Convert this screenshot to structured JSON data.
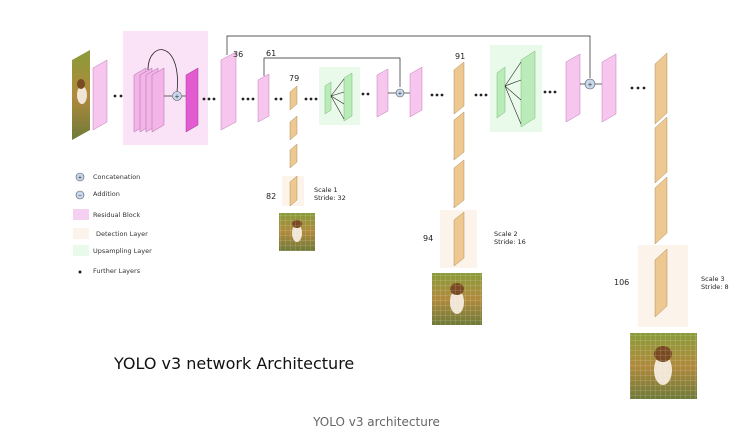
{
  "title": "YOLO v3 network Architecture",
  "caption": "YOLO v3 architecture",
  "layer_numbers": {
    "l36": "36",
    "l61": "61",
    "l79": "79",
    "l82": "82",
    "l91": "91",
    "l94": "94",
    "l106": "106"
  },
  "scales": [
    {
      "name": "Scale 1",
      "stride": "Stride: 32"
    },
    {
      "name": "Scale 2",
      "stride": "Stride: 16"
    },
    {
      "name": "Scale 3",
      "stride": "Stride: 8"
    }
  ],
  "legend": {
    "concatenation": "Concatenation",
    "addition": "Addition",
    "residual_block": "Residual Block",
    "detection_layer": "Detection Layer",
    "upsampling_layer": "Upsampling Layer",
    "further_layers": "Further Layers"
  },
  "colors": {
    "residual": "#f6d0f0",
    "residual_bg": "#fbe3f7",
    "detection": "#edc891",
    "detection_bg": "#fcf4ea",
    "upsampling": "#c9f0c8",
    "upsampling_bg": "#eafaea"
  }
}
